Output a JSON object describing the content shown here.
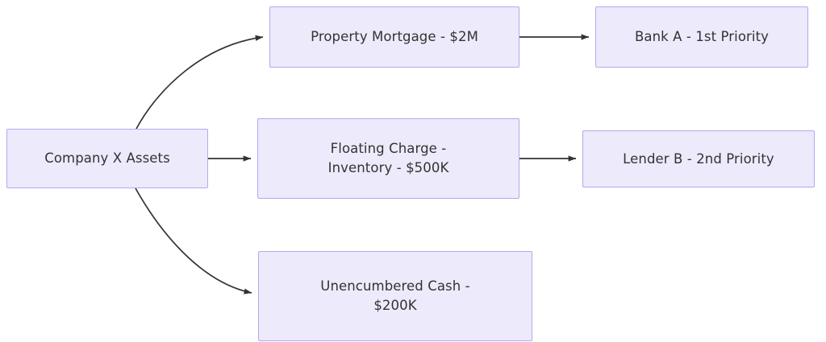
{
  "diagram": {
    "type": "flowchart",
    "direction": "left-to-right",
    "colors": {
      "node_fill": "#ECEAFB",
      "node_border": "#B9A5F0",
      "node_text": "#333333",
      "edge_stroke": "#333333",
      "background": "#FFFFFF"
    },
    "nodes": [
      {
        "id": "source",
        "label": "Company X Assets",
        "column": 1,
        "row": 2
      },
      {
        "id": "mortgage",
        "label": "Property Mortgage - $2M",
        "column": 2,
        "row": 1
      },
      {
        "id": "floating",
        "label": "Floating Charge -\nInventory - $500K",
        "column": 2,
        "row": 2
      },
      {
        "id": "cash",
        "label": "Unencumbered Cash -\n$200K",
        "column": 2,
        "row": 3
      },
      {
        "id": "bank_a",
        "label": "Bank A - 1st Priority",
        "column": 3,
        "row": 1
      },
      {
        "id": "lender_b",
        "label": "Lender B - 2nd Priority",
        "column": 3,
        "row": 2
      }
    ],
    "edges": [
      {
        "id": "e1",
        "from": "source",
        "to": "mortgage",
        "style": "curved",
        "arrowhead": "filled-triangle",
        "label": ""
      },
      {
        "id": "e2",
        "from": "source",
        "to": "floating",
        "style": "straight",
        "arrowhead": "filled-triangle",
        "label": ""
      },
      {
        "id": "e3",
        "from": "source",
        "to": "cash",
        "style": "curved",
        "arrowhead": "filled-triangle",
        "label": ""
      },
      {
        "id": "e4",
        "from": "mortgage",
        "to": "bank_a",
        "style": "straight",
        "arrowhead": "filled-triangle",
        "label": ""
      },
      {
        "id": "e5",
        "from": "floating",
        "to": "lender_b",
        "style": "straight",
        "arrowhead": "filled-triangle",
        "label": ""
      }
    ]
  }
}
